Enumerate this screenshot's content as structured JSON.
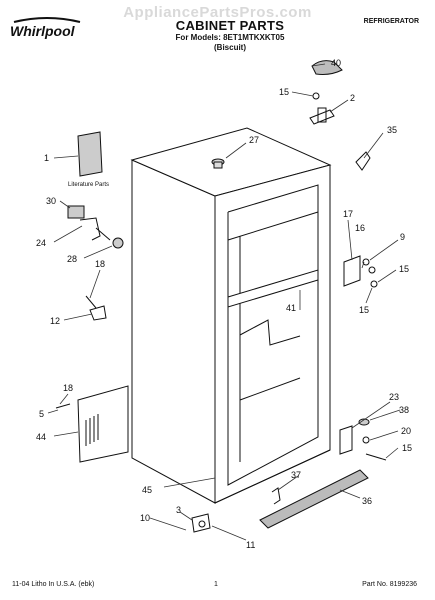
{
  "header": {
    "brand": "Whirlpool",
    "watermark": "AppliancePartsPros.com",
    "title": "CABINET PARTS",
    "model_line": "For Models: 8ET1MTKXKT05",
    "color_variant": "(Biscuit)",
    "category": "REFRIGERATOR"
  },
  "callouts": {
    "c1": "1",
    "c2": "2",
    "c3": "3",
    "c5": "5",
    "c9": "9",
    "c10": "10",
    "c11": "11",
    "c12": "12",
    "c15a": "15",
    "c15b": "15",
    "c15c": "15",
    "c15d": "15",
    "c16": "16",
    "c17": "17",
    "c18a": "18",
    "c18b": "18",
    "c20": "20",
    "c23": "23",
    "c24": "24",
    "c27": "27",
    "c28": "28",
    "c30": "30",
    "c35": "35",
    "c36": "36",
    "c37": "37",
    "c38": "38",
    "c40": "40",
    "c41": "41",
    "c44": "44",
    "c45": "45"
  },
  "literature_label": "Literature Parts",
  "footer": {
    "print_info": "11-04 Litho In U.S.A. (ebk)",
    "page_number": "1",
    "part_number": "Part No. 8199236"
  }
}
